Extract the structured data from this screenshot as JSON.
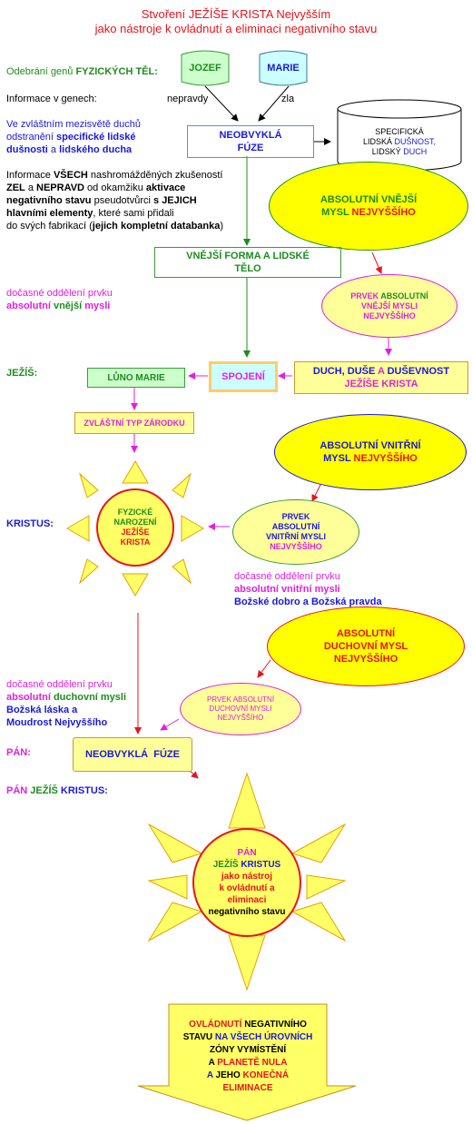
{
  "title": {
    "line1": [
      "Stvoření ",
      "JEŽÍŠE KRISTA",
      " Nejvyšším"
    ],
    "line2": "jako nástroje k ovládnutí a eliminaci negativního stavu"
  },
  "left": {
    "genes_prefix": "Odebrání genů ",
    "genes_bold": "FYZICKÝCH TĚL:",
    "info_genes": "Informace v genech:",
    "untruths": "nepravdy",
    "evil": "zla",
    "interworld": [
      "Ve zvláštním mezisvětě duchů",
      "odstranění ",
      "specifické lidské",
      "dušnosti",
      " a ",
      "lidského ducha"
    ],
    "info_all": {
      "l1a": "Informace ",
      "l1b": "VŠECH",
      "l1c": " nashromážděných zkušeností",
      "l2a": "ZEL",
      "l2b": " a ",
      "l2c": "NEPRAVD",
      "l2d": " od okamžiku ",
      "l2e": "aktivace",
      "l3": "negativního stavu",
      "l3b": " pseudotvůrci ",
      "l3c": "s JEJICH",
      "l4a": "hlavními elementy",
      "l4b": ", které sami přidali",
      "l5a": "do svých fabrikací (",
      "l5b": "jejich kompletní databanka",
      "l5c": ")"
    },
    "temp_sep1": [
      "dočasné oddělení prvku",
      "absolutní ",
      "vnější ",
      "mysli"
    ],
    "jesus": "JEŽÍŠ:",
    "kristus": "KRISTUS:",
    "temp_sep3": [
      "dočasné oddělení prvku",
      "absolutní ",
      "duchovní mysli",
      "Božská láska a",
      "Moudrost Nejvyššího"
    ],
    "pan": "PÁN:",
    "pan_jesus": [
      "PÁN ",
      "JEŽÍŠ ",
      "KRISTUS:"
    ]
  },
  "nodes": {
    "jozef": "JOZEF",
    "marie": "MARIE",
    "fusion1": [
      "NEOBVYKLÁ",
      "FÚZE"
    ],
    "specific": [
      "SPECIFICKÁ",
      "LIDSKÁ ",
      "DUŠNOST,",
      "LIDSKÝ ",
      "DUCH"
    ],
    "outer_mind": [
      "ABSOLUTNÍ VNĚJŠÍ",
      "MYSL ",
      "NEJVYŠŠÍHO"
    ],
    "outer_form": [
      "VNĚJŠÍ FORMA A LIDSKÉ",
      "TĚLO"
    ],
    "elem_outer": [
      "PRVEK ",
      "ABSOLUTNÍ",
      "VNĚJŠÍ MYSLI",
      "NEJVYŠŠÍHO"
    ],
    "womb": "LŮNO MARIE",
    "union": "SPOJENÍ",
    "spirit_soul": [
      "DUCH, ",
      "DUŠE ",
      "A ",
      "DUŠEVNOST",
      "JEŽÍŠE KRISTA"
    ],
    "embryo": "ZVLÁŠTNÍ TYP ZÁRODKU",
    "inner_mind": [
      "ABSOLUTNÍ VNITŘNÍ",
      "MYSL ",
      "NEJVYŠŠÍHO"
    ],
    "birth": [
      "FYZICKÉ",
      "NAROZENÍ",
      "JEŽÍŠE",
      "KRISTA"
    ],
    "elem_inner": [
      "PRVEK",
      "ABSOLUTNÍ",
      "VNITŘNÍ MYSLI",
      "NEJVYŠŠÍHO"
    ],
    "temp_sep2": [
      "dočasné oddělení prvku",
      "absolutní vnitřní mysli",
      "Božské dobro a Božská pravda"
    ],
    "spirit_mind": [
      "ABSOLUTNÍ",
      "DUCHOVNÍ MYSL",
      "NEJVYŠŠÍHO"
    ],
    "elem_spirit": [
      "PRVEK ABSOLUTNÍ",
      "DUCHOVNÍ MYSLI",
      "NEJVYŠŠÍHO"
    ],
    "fusion2": "NEOBVYKLÁ  FÚZE",
    "big_sun": [
      "PÁN",
      "JEŽÍŠ ",
      "KRISTUS",
      "jako nástroj",
      "k ovládnutí a",
      "eliminaci",
      "negativního stavu"
    ],
    "final": [
      "OVLÁDNUTÍ ",
      "NEGATIVNÍHO",
      "STAVU ",
      "NA VŠECH ÚROVNÍCH",
      "ZÓNY VYMÍSTĚNÍ",
      "A ",
      "PLANETĚ NULA",
      "A ",
      "JEHO ",
      "KONEČNÁ",
      "ELIMINACE"
    ]
  }
}
